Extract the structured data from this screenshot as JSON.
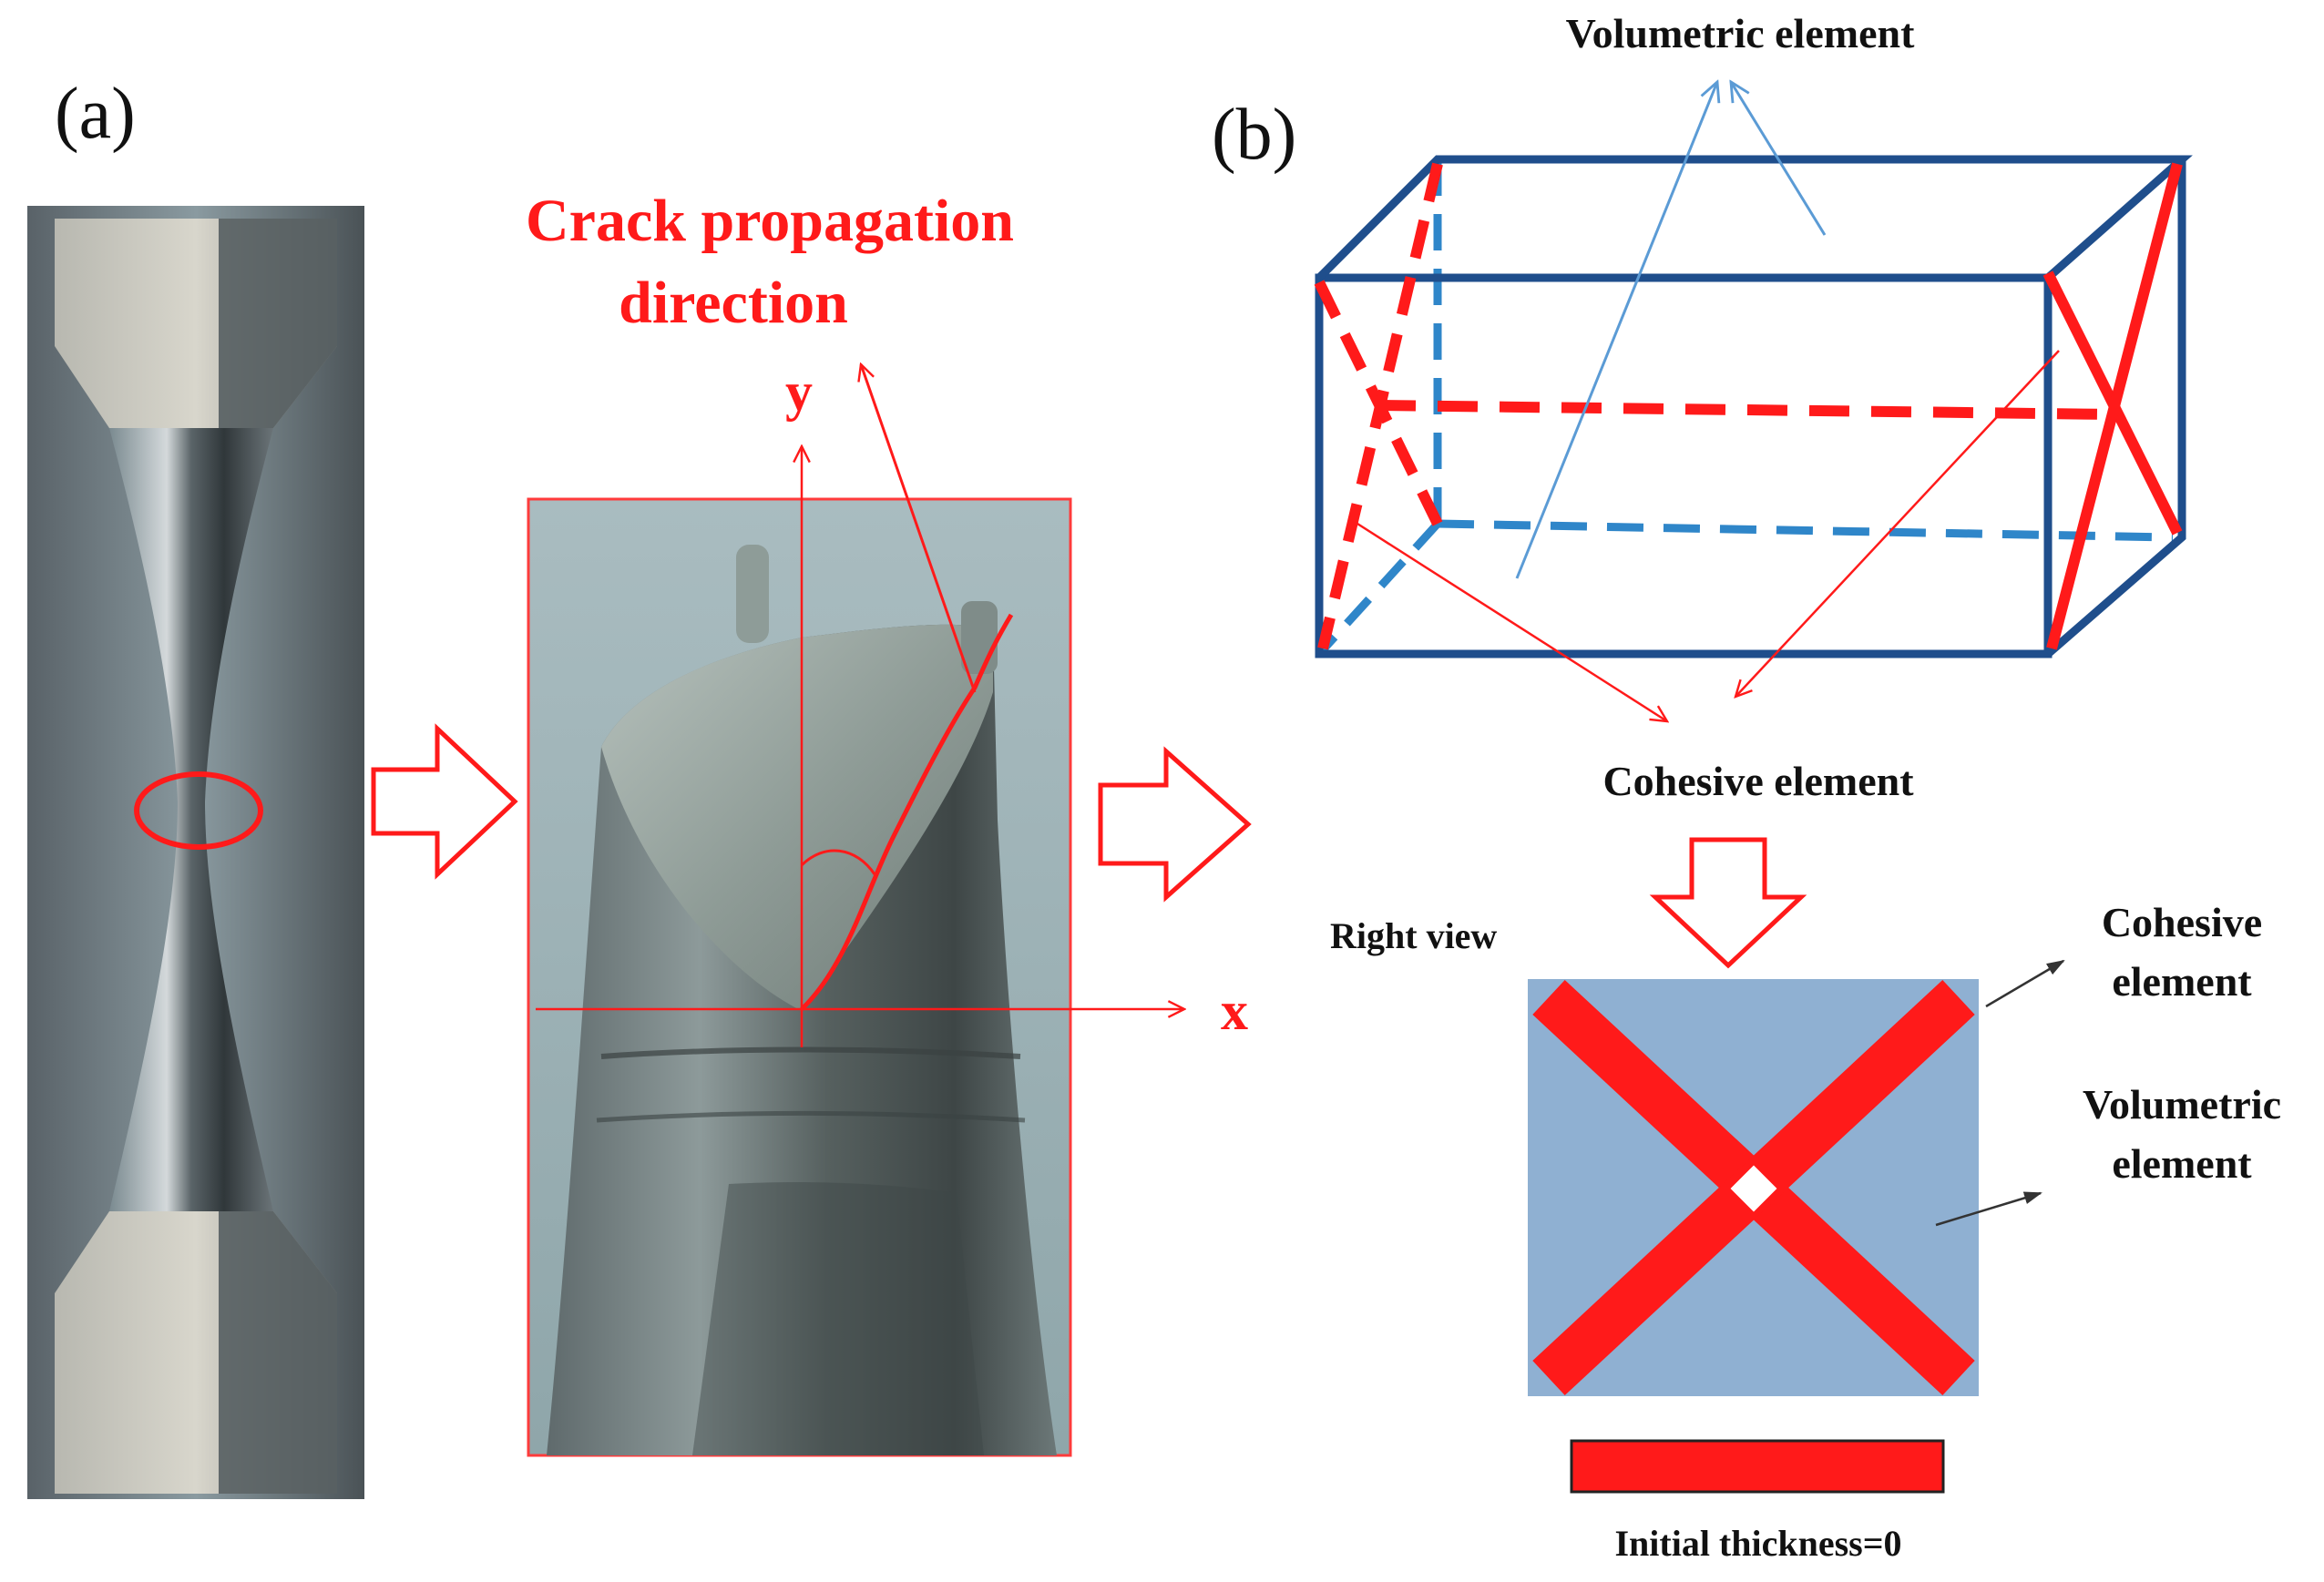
{
  "labels": {
    "panel_a": "(a)",
    "panel_b": "(b)",
    "crack_line1": "Crack propagation",
    "crack_line2": "direction",
    "axis_y": "y",
    "axis_x": "x",
    "volumetric_top": "Volumetric  element",
    "cohesive_mid": "Cohesive  element",
    "right_view": "Right view",
    "cohesive_r1": "Cohesive",
    "cohesive_r2": "element",
    "volumetric_r1": "Volumetric",
    "volumetric_r2": "element",
    "initial_thickness": "Initial thickness=0"
  },
  "colors": {
    "accent_red": "#ff1a1a",
    "box_blue": "#1f4e8c",
    "dashed_blue": "#2f86c9",
    "square_fill": "#8fb0d2",
    "leader_blue": "#5b9bd5"
  }
}
